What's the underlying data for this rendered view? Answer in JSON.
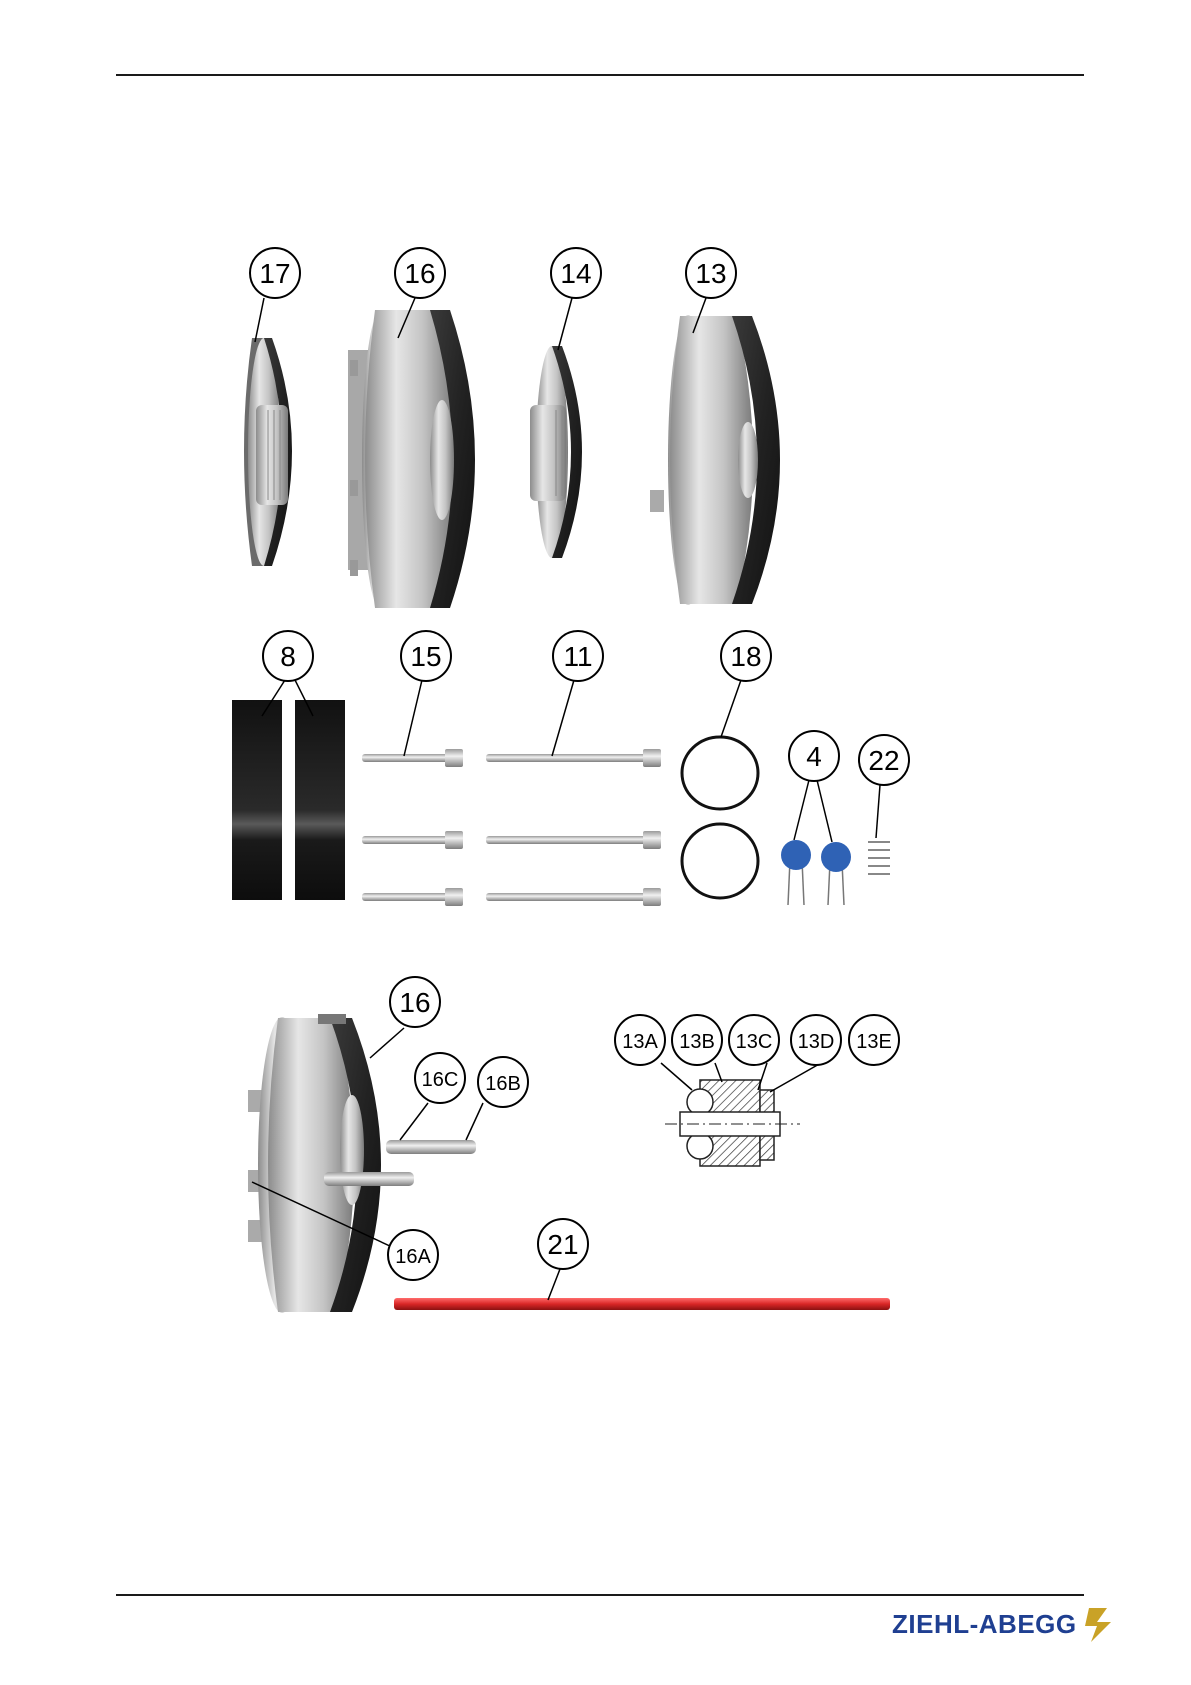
{
  "figure": {
    "callouts_top": [
      "17",
      "16",
      "14",
      "13"
    ],
    "callouts_middle": [
      "8",
      "15",
      "11",
      "18",
      "4",
      "22"
    ],
    "callouts_bottom": [
      "16",
      "16C",
      "16B",
      "16A",
      "21",
      "13A",
      "13B",
      "13C",
      "13D",
      "13E"
    ]
  },
  "footer": {
    "logo_text": "ZIEHL-ABEGG"
  },
  "colors": {
    "rule": "#1a1a1a",
    "metal_dark": "#2b2b2b",
    "metal_light": "#bdbdbd",
    "varistor_blue": "#2f62b5",
    "rod_red": "#d92626",
    "logo_blue": "#1f3f91",
    "logo_gold": "#c9a227"
  }
}
